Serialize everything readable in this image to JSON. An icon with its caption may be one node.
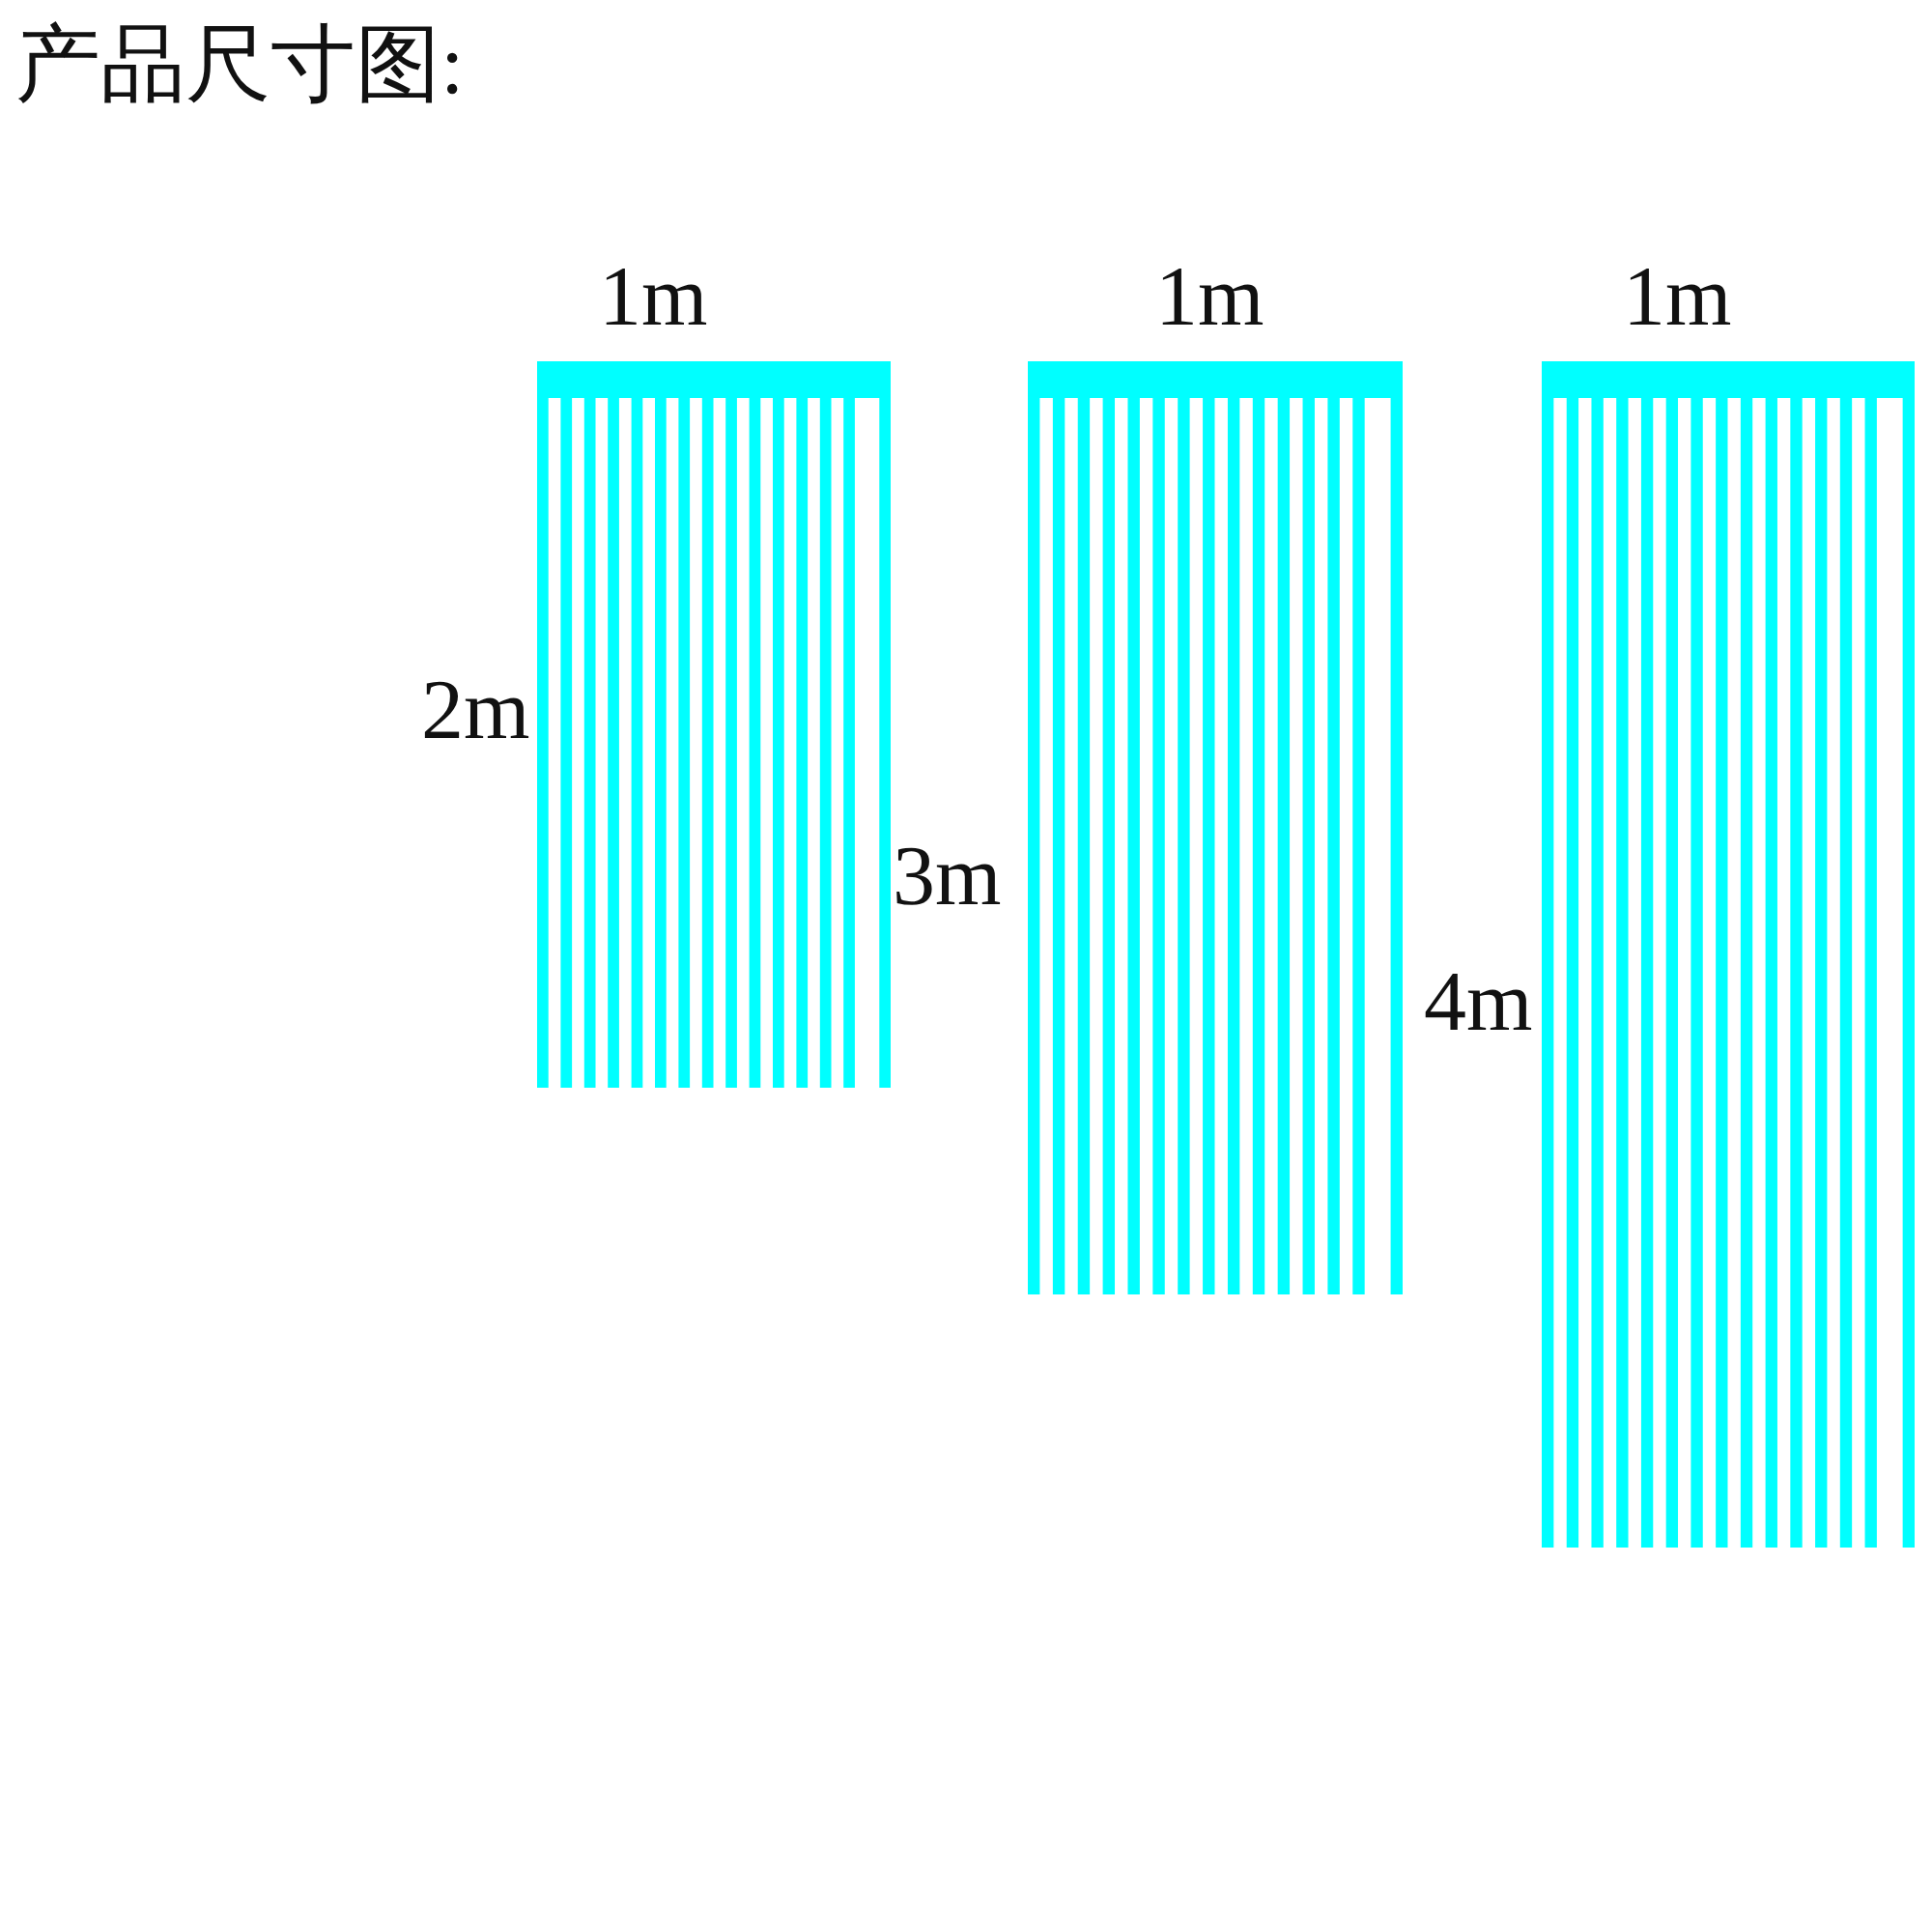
{
  "diagram": {
    "title": "产品尺寸图:",
    "labels": [
      "1m",
      "1m",
      "1m",
      "2m",
      "3m",
      "4m"
    ]
  }
}
